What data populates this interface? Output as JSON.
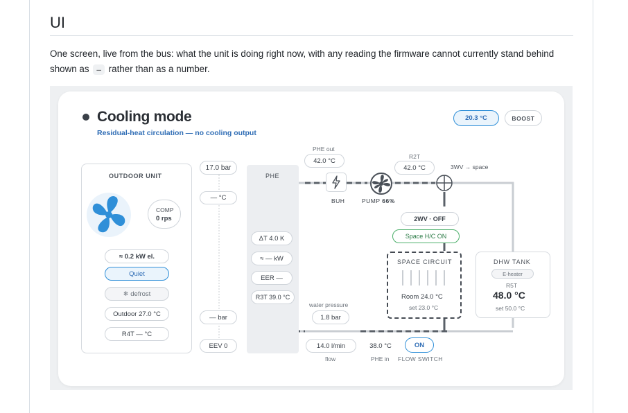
{
  "doc": {
    "heading": "UI",
    "para_before": "One screen, live from the bus: what the unit is doing right now, with any reading the firmware cannot currently stand behind shown as",
    "para_code": "–",
    "para_after": "rather than as a number."
  },
  "header": {
    "mode_title": "Cooling mode",
    "mode_subtitle": "Residual-heat circulation — no cooling output",
    "setpoint_badge": "20.3 °C",
    "boost_button": "BOOST"
  },
  "outdoor": {
    "title": "OUTDOOR UNIT",
    "comp_label": "COMP",
    "comp_value": "0 rps",
    "power": "≈ 0.2 kW el.",
    "quiet": "Quiet",
    "defrost": "❄ defrost",
    "outdoor_temp": "Outdoor 27.0 °C",
    "r4t": "R4T — °C"
  },
  "refrigerant": {
    "pressure_high": "17.0 bar",
    "temp_unknown": "— °C",
    "pressure_low": "— bar",
    "eev": "EEV 0"
  },
  "phe": {
    "title": "PHE",
    "delta_t": "ΔT 4.0 K",
    "power": "≈ — kW",
    "eer": "EER —",
    "r3t": "R3T 39.0 °C"
  },
  "hydraulics": {
    "phe_out_label": "PHE out",
    "phe_out_value": "42.0 °C",
    "r2t_label": "R2T",
    "r2t_value": "42.0 °C",
    "valve_3wv": "3WV → space",
    "buh_label": "BUH",
    "pump_label": "PUMP",
    "pump_value": "66%",
    "valve_2wv": "2WV · OFF",
    "space_hc": "Space H/C ON",
    "water_pressure_label": "water pressure",
    "water_pressure_value": "1.8 bar",
    "flow_value": "14.0 l/min",
    "flow_label": "flow",
    "phe_in_value": "38.0 °C",
    "phe_in_label": "PHE in",
    "flow_switch_value": "ON",
    "flow_switch_label": "FLOW SWITCH"
  },
  "space": {
    "title": "SPACE CIRCUIT",
    "room": "Room 24.0 °C",
    "setpoint": "set 23.0 °C"
  },
  "dhw": {
    "title": "DHW TANK",
    "heater": "E-heater",
    "r5t_label": "R5T",
    "temp": "48.0 °C",
    "setpoint": "set 50.0 °C"
  },
  "colors": {
    "accent_blue": "#2f8fd8",
    "fan_blue": "#2f8fd8",
    "green": "#4caf6a",
    "pipe_grey": "#c9cdd2",
    "pipe_dark": "#4a5058"
  },
  "icons": {
    "fan": "fan-icon",
    "bolt": "lightning-icon",
    "pump": "pump-icon",
    "valve": "three-way-valve-icon",
    "snowflake": "snowflake-icon"
  }
}
